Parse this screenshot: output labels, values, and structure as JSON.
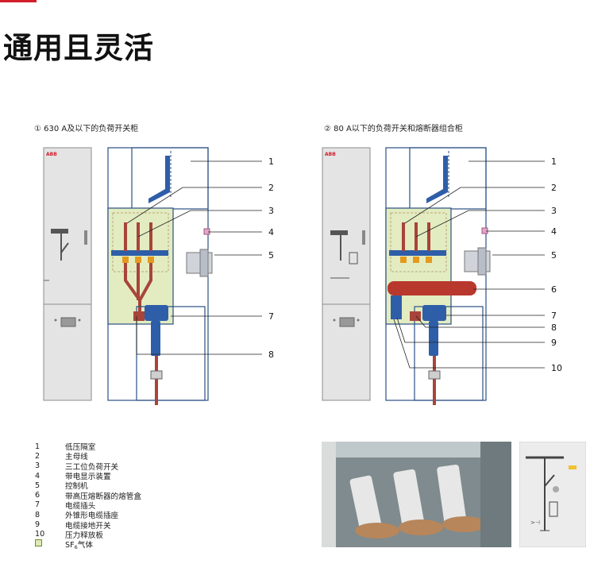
{
  "page": {
    "title": "通用且灵活"
  },
  "diagram1": {
    "caption": "① 630 A及以下的负荷开关柜",
    "logo_text": "ABB",
    "callouts": [
      "1",
      "2",
      "3",
      "4",
      "5",
      "7",
      "8"
    ]
  },
  "diagram2": {
    "caption": "② 80 A以下的负荷开关和熔断器组合柜",
    "logo_text": "ABB",
    "callouts": [
      "1",
      "2",
      "3",
      "4",
      "5",
      "6",
      "7",
      "8",
      "9",
      "10"
    ]
  },
  "legend": {
    "items": [
      {
        "num": "1",
        "text": "低压隔室"
      },
      {
        "num": "2",
        "text": "主母线"
      },
      {
        "num": "3",
        "text": "三工位负荷开关"
      },
      {
        "num": "4",
        "text": "带电显示装置"
      },
      {
        "num": "5",
        "text": "控制机"
      },
      {
        "num": "6",
        "text": "带高压熔断器的熔管盒"
      },
      {
        "num": "7",
        "text": "电缆插头"
      },
      {
        "num": "8",
        "text": "外锥形电缆插座"
      },
      {
        "num": "9",
        "text": "电缆接地开关"
      },
      {
        "num": "10",
        "text": "压力释放板"
      }
    ],
    "gas": {
      "prefix": "SF",
      "sub": "6",
      "suffix": "气体"
    }
  },
  "colors": {
    "accent": "#d21e2b",
    "cabinet_line": "#2b4f86",
    "gas_fill": "#e3ecc0",
    "busbar": "#2f5ea8",
    "cable": "#a8443a",
    "terminal": "#e49a1e"
  }
}
